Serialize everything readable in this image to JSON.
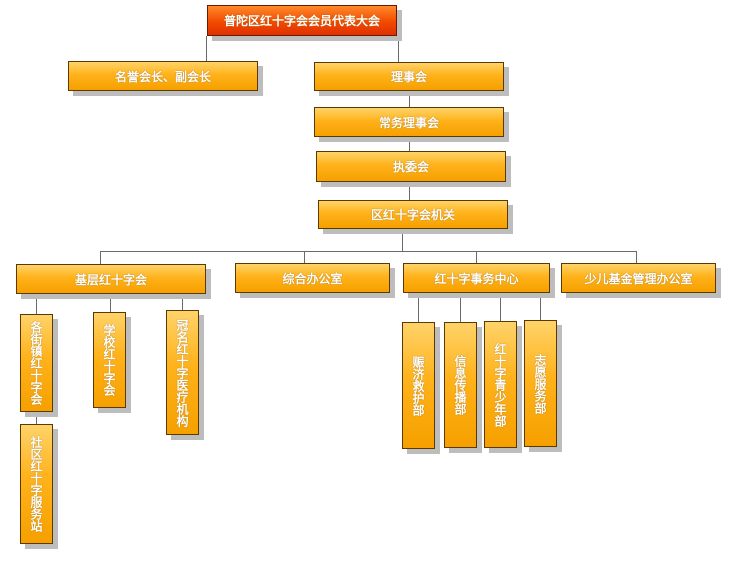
{
  "nodes": {
    "root": "普陀区红十字会会员代表大会",
    "honorary": "名誉会长、副会长",
    "council": "理事会",
    "standing_council": "常务理事会",
    "executive": "执委会",
    "district_office": "区红十字会机关",
    "grassroots": "基层红十字会",
    "general_office": "综合办公室",
    "affairs_center": "红十字事务中心",
    "youth_fund_office": "少儿基金管理办公室",
    "street_town_rc": "各街镇红十字会",
    "community_station": "社区红十字服务站",
    "school_rc": "学校红十字会",
    "medical_rc": "冠名红十字医疗机构",
    "relief_dept": "赈济救护部",
    "info_dept": "信息传播部",
    "youth_dept": "红十字青少年部",
    "volunteer_dept": "志愿服务部"
  },
  "colors": {
    "root_fill": "#f24a00",
    "node_fill": "#ffb21a",
    "text": "#ffffff",
    "connector": "#6a6a6a"
  }
}
